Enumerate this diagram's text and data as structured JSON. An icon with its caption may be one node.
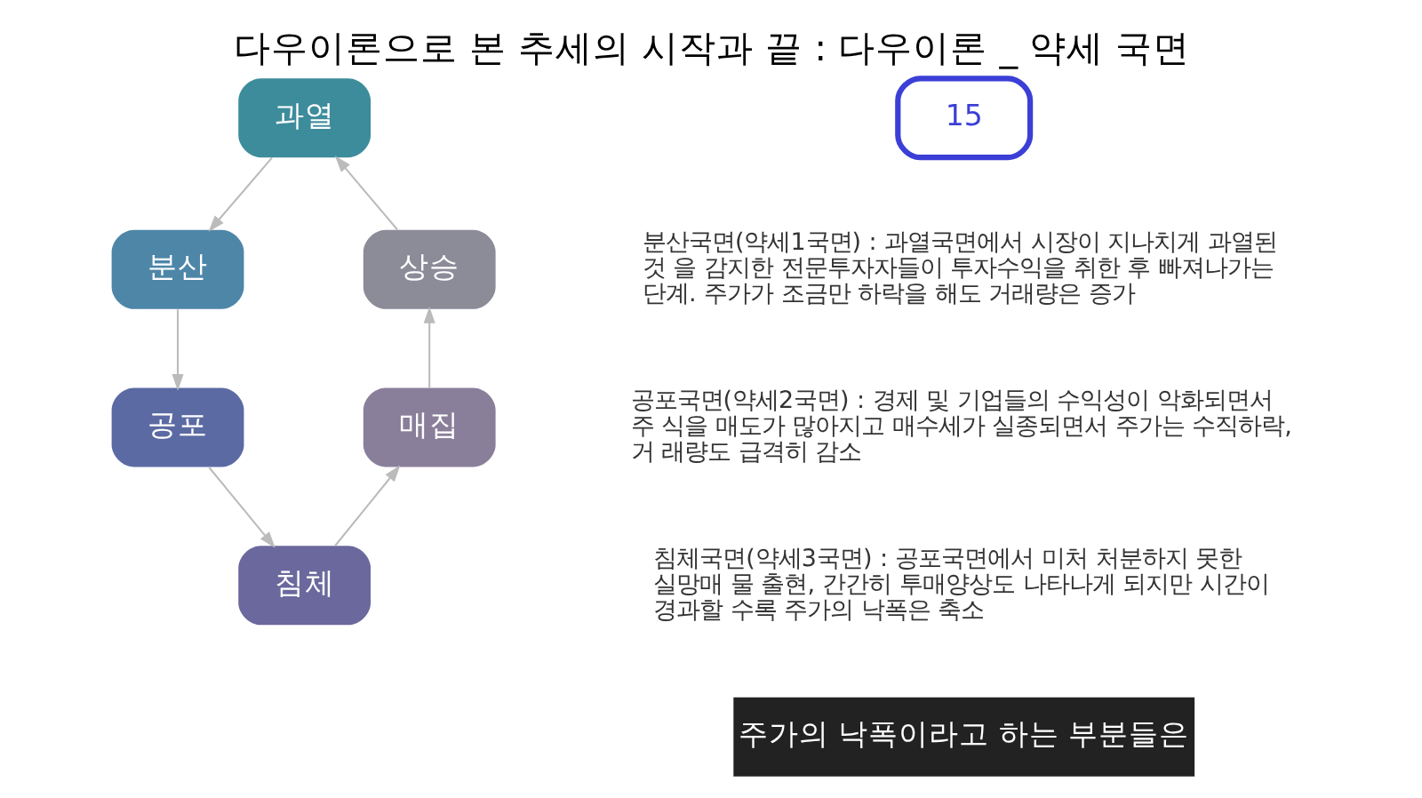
{
  "diagram": {
    "title": "다우이론으로 본 추세의 시작과 끝 : 다우이론 _ 약세 국면",
    "nodes": [
      {
        "text": [
          "과열"
        ]
      },
      {
        "text": [
          "분산"
        ]
      },
      {
        "text": [
          "공포"
        ]
      },
      {
        "text": [
          "침체"
        ]
      },
      {
        "text": [
          "매집"
        ]
      },
      {
        "text": [
          "상승"
        ]
      }
    ],
    "edges": [
      {
        "from": 0,
        "to": 1,
        "arrow": "to"
      },
      {
        "from": 1,
        "to": 2,
        "arrow": "to"
      },
      {
        "from": 2,
        "to": 3,
        "arrow": "to"
      },
      {
        "from": 3,
        "to": 4,
        "arrow": "to"
      },
      {
        "from": 4,
        "to": 5,
        "arrow": "to"
      },
      {
        "from": 5,
        "to": 0,
        "arrow": "to"
      }
    ],
    "labels": [
      "15",
      "분산국면(약세1국면) : 과열국면에서 시장이 지나치게 과열된 것 을 감지한 전문투자자들이 투자수익을 취한 후 빠져나가는 단계. 주가가 조금만 하락을 해도 거래량은 증가",
      "공포국면(약세2국면) : 경제 및 기업들의 수익성이 악화되면서 주 식을 매도가 많아지고 매수세가 실종되면서 주가는 수직하락, 거 래량도 급격히 감소",
      "침체국면(약세3국면) : 공포국면에서 미처 처분하지 못한 실망매 물 출현, 간간히 투매양상도 나타나게 되지만 시간이 경과할 수록 주가의 낙폭은 축소",
      "주가의 낙폭이라고 하는 부분들은"
    ]
  }
}
